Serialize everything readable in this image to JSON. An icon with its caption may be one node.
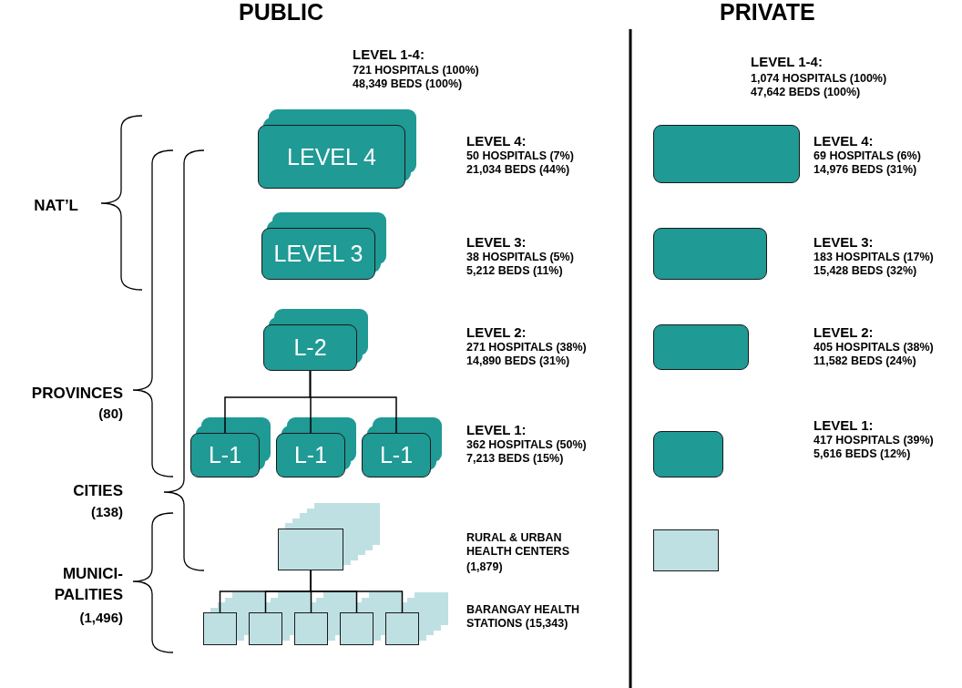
{
  "diagram": {
    "nodes": [
      {
        "text": [
          "LEVEL 4"
        ],
        "beside": [
          "LEVEL 4:",
          "50 HOSPITALS (7%)",
          "21,034 BEDS (44%)"
        ]
      },
      {
        "text": [
          "LEVEL 3"
        ],
        "beside": [
          "LEVEL 3:",
          "38 HOSPITALS (5%)",
          "5,212 BEDS (11%)"
        ]
      },
      {
        "text": [
          "L-2"
        ],
        "beside": [
          "LEVEL 2:",
          "271 HOSPITALS (38%)",
          "14,890 BEDS (31%)"
        ]
      },
      {
        "text": [
          "L-1"
        ]
      },
      {
        "text": [
          "L-1"
        ]
      },
      {
        "text": [
          "L-1"
        ],
        "beside": [
          "LEVEL 1:",
          "362 HOSPITALS (50%)",
          "7,213 BEDS (15%)"
        ]
      },
      {
        "text": [],
        "shape": "box"
      },
      {
        "text": [],
        "shape": "box"
      },
      {
        "text": [],
        "shape": "box"
      },
      {
        "text": [],
        "shape": "box"
      },
      {
        "text": [],
        "shape": "box"
      },
      {
        "text": [],
        "shape": "box"
      },
      {
        "text": [],
        "shape": "box",
        "beside": [
          "LEVEL 4:",
          "69 HOSPITALS (6%)",
          "14,976 BEDS (31%)"
        ]
      },
      {
        "text": [],
        "shape": "box",
        "beside": [
          "LEVEL 3:",
          "183 HOSPITALS (17%)",
          "15,428 BEDS (32%)"
        ]
      },
      {
        "text": [],
        "shape": "box",
        "beside": [
          "LEVEL 2:",
          "405 HOSPITALS (38%)",
          "11,582 BEDS (24%)"
        ]
      },
      {
        "text": [],
        "shape": "box",
        "beside": [
          "LEVEL 1:",
          "417 HOSPITALS (39%)",
          "5,616 BEDS (12%)"
        ]
      },
      {
        "text": [],
        "shape": "box"
      }
    ],
    "edges": [
      {
        "from": 2,
        "to": 3,
        "arrow": "none"
      },
      {
        "from": 2,
        "to": 4,
        "arrow": "none"
      },
      {
        "from": 2,
        "to": 5,
        "arrow": "none"
      },
      {
        "from": 6,
        "to": 7,
        "arrow": "none"
      },
      {
        "from": 6,
        "to": 8,
        "arrow": "none"
      },
      {
        "from": 6,
        "to": 9,
        "arrow": "none"
      },
      {
        "from": 6,
        "to": 10,
        "arrow": "none"
      },
      {
        "from": 6,
        "to": 11,
        "arrow": "none"
      }
    ],
    "labels": [
      "PUBLIC",
      "PRIVATE",
      "LEVEL 1-4:",
      "721 HOSPITALS (100%)",
      "48,349 BEDS (100%)",
      "LEVEL 1-4:",
      "1,074 HOSPITALS (100%)",
      "47,642 BEDS (100%)",
      "NAT’L",
      "PROVINCES",
      "(80)",
      "CITIES",
      "(138)",
      "MUNICI- PALITIES",
      "(1,496)",
      "RURAL & URBAN HEALTH CENTERS",
      "(1,879)",
      "BARANGAY HEALTH STATIONS (15,343)"
    ]
  }
}
